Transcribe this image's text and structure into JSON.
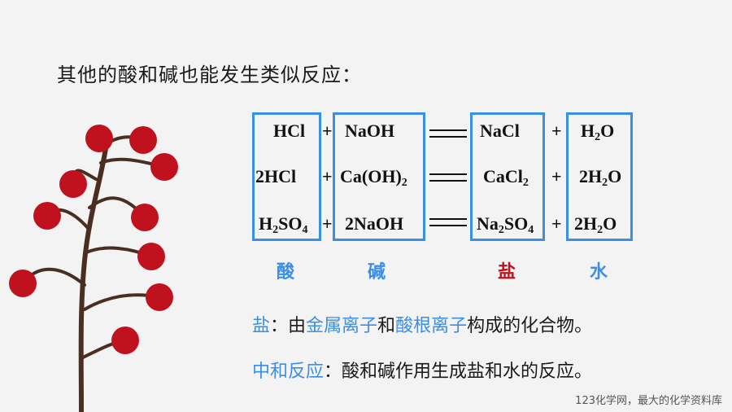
{
  "heading": "其他的酸和碱也能发生类似反应：",
  "equations": [
    {
      "acid": {
        "a": "HCl",
        "b": "",
        "c": "",
        "d": "",
        "e": ""
      },
      "base": {
        "a": "NaOH",
        "b": "",
        "c": ""
      },
      "salt": {
        "a": "NaCl",
        "b": "",
        "c": "",
        "d": "",
        "e": ""
      },
      "water": {
        "a": "H",
        "b": "2",
        "c": "O"
      }
    },
    {
      "acid": {
        "a": "2HCl",
        "b": "",
        "c": "",
        "d": "",
        "e": ""
      },
      "base": {
        "a": "Ca(OH)",
        "b": "2",
        "c": ""
      },
      "salt": {
        "a": "CaCl",
        "b": "2",
        "c": "",
        "d": "",
        "e": ""
      },
      "water": {
        "a": "2H",
        "b": "2",
        "c": "O"
      }
    },
    {
      "acid": {
        "a": "H",
        "b": "2",
        "c": "SO",
        "d": "4",
        "e": ""
      },
      "base": {
        "a": "2NaOH",
        "b": "",
        "c": ""
      },
      "salt": {
        "a": "Na",
        "b": "2",
        "c": "SO",
        "d": "4",
        "e": ""
      },
      "water": {
        "a": "2H",
        "b": "2",
        "c": "O"
      }
    }
  ],
  "plus": "+",
  "categories": {
    "acid": "酸",
    "base": "碱",
    "salt": "盐",
    "water": "水"
  },
  "salt_definition": {
    "term": "盐",
    "colon": "：由",
    "metal_ion": "金属离子",
    "and": "和",
    "acid_radical": "酸根离子",
    "rest": "构成的化合物。"
  },
  "neutralization_definition": {
    "term": "中和反应",
    "rest": "：酸和碱作用生成盐和水的反应。"
  },
  "footer": "123化学网，最大的化学资料库",
  "colors": {
    "accent_blue": "#3a8ee6",
    "salt_red": "#c0121e",
    "berry_red": "#c0121e",
    "stem_brown": "#4a2e22"
  }
}
